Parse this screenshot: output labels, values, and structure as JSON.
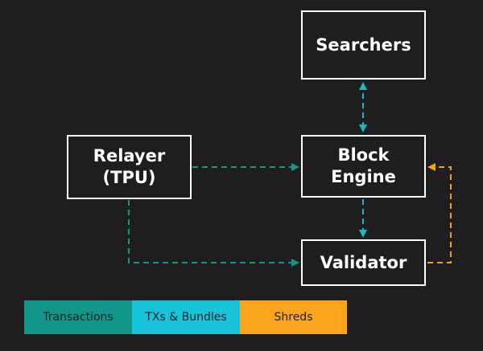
{
  "diagram": {
    "nodes": {
      "searchers": "Searchers",
      "relayer": "Relayer\n(TPU)",
      "block_engine": "Block\nEngine",
      "validator": "Validator"
    },
    "edges": [
      {
        "from": "Searchers",
        "to": "Block Engine",
        "kind": "TXs & Bundles",
        "bidirectional": true
      },
      {
        "from": "Relayer (TPU)",
        "to": "Block Engine",
        "kind": "Transactions"
      },
      {
        "from": "Block Engine",
        "to": "Validator",
        "kind": "TXs & Bundles"
      },
      {
        "from": "Relayer (TPU)",
        "to": "Validator",
        "kind": "Transactions"
      },
      {
        "from": "Validator",
        "to": "Block Engine",
        "kind": "Shreds"
      }
    ]
  },
  "legend": [
    {
      "label": "Transactions",
      "color": "#13968a"
    },
    {
      "label": "TXs & Bundles",
      "color": "#17c3d8"
    },
    {
      "label": "Shreds",
      "color": "#fba51c"
    }
  ],
  "colors": {
    "transactions": "#13968a",
    "bundles": "#17b9c8",
    "shreds": "#f59f1d",
    "background": "#1e1e1e"
  }
}
